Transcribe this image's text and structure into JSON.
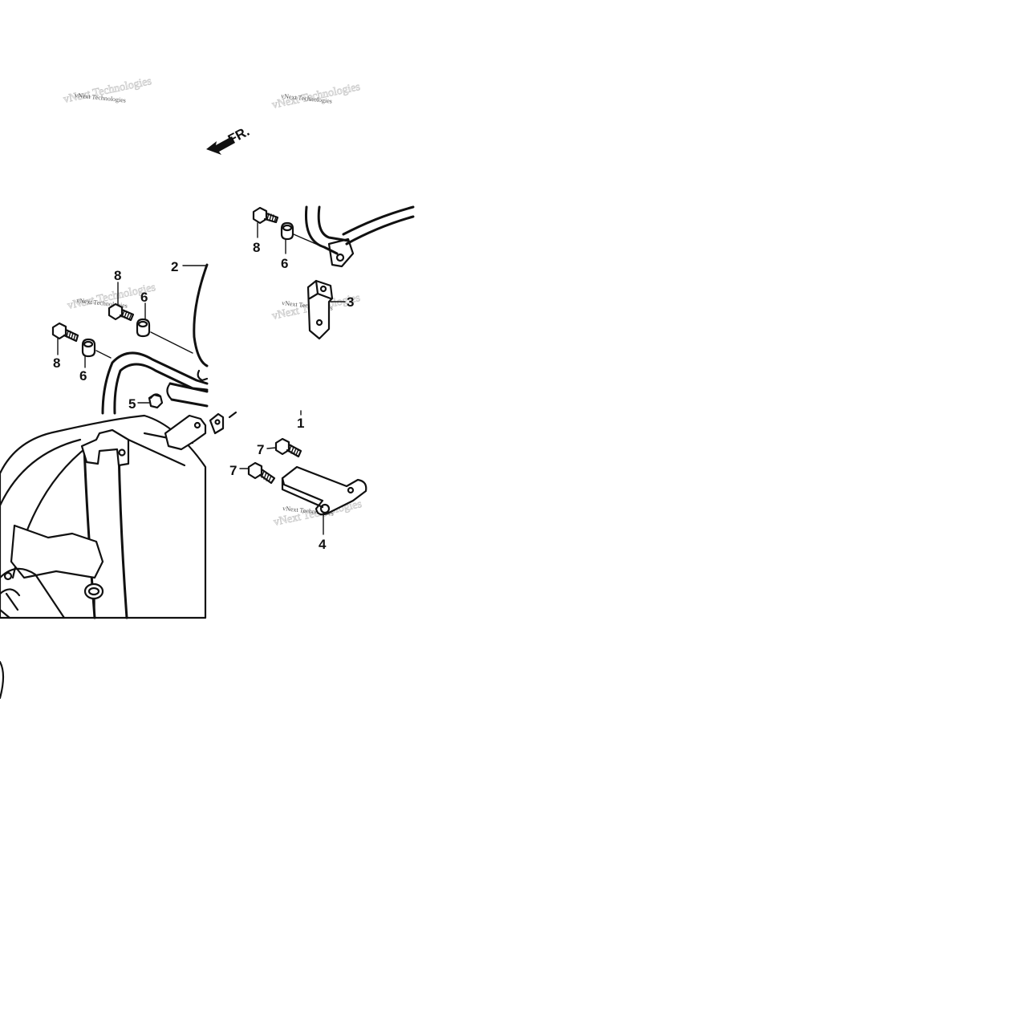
{
  "direction": {
    "label": "FR."
  },
  "callouts": [
    {
      "id": "c8a",
      "label": "8"
    },
    {
      "id": "c6a",
      "label": "6"
    },
    {
      "id": "c3",
      "label": "3"
    },
    {
      "id": "c2",
      "label": "2"
    },
    {
      "id": "c8b",
      "label": "8"
    },
    {
      "id": "c6b",
      "label": "6"
    },
    {
      "id": "c8c",
      "label": "8"
    },
    {
      "id": "c6c",
      "label": "6"
    },
    {
      "id": "c5",
      "label": "5"
    },
    {
      "id": "c1",
      "label": "1"
    },
    {
      "id": "c7a",
      "label": "7"
    },
    {
      "id": "c7b",
      "label": "7"
    },
    {
      "id": "c4",
      "label": "4"
    }
  ],
  "watermark": {
    "text": "vNext Technologies",
    "big_text": "vNext Technologies",
    "color": "#c9c9c9"
  },
  "colors": {
    "ink": "#111111",
    "background": "#ffffff"
  }
}
